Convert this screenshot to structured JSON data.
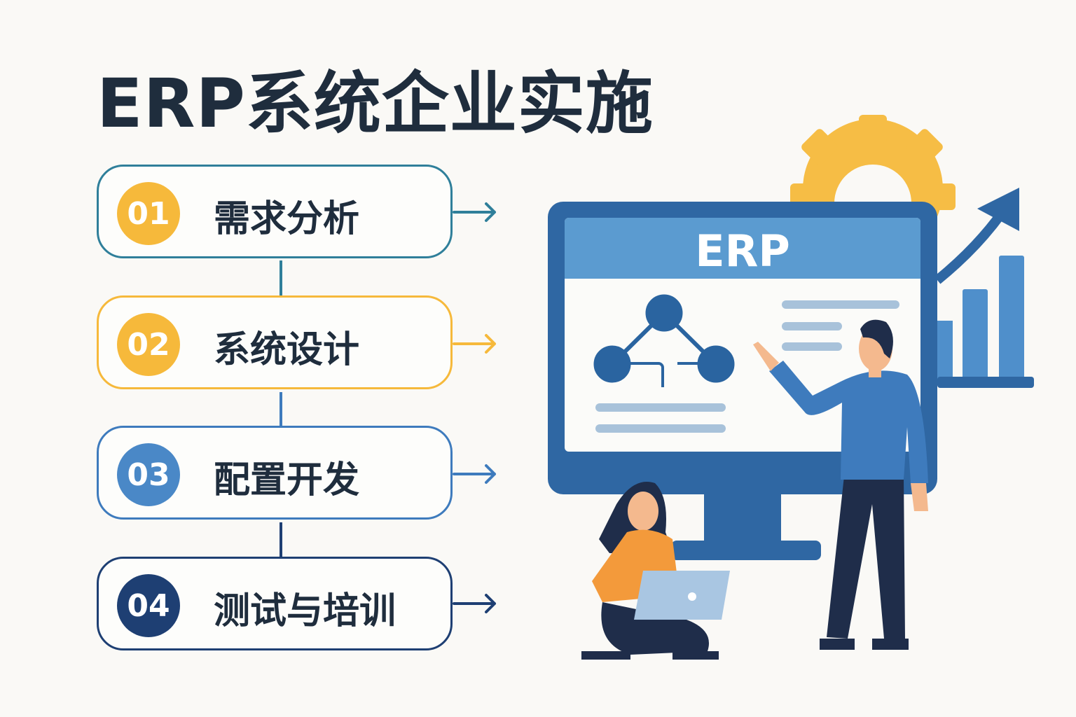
{
  "title": "ERP系统企业实施",
  "steps": [
    {
      "number": "01",
      "label": "需求分析",
      "color": "#2f7f9a",
      "badge": "#f6b93b"
    },
    {
      "number": "02",
      "label": "系统设计",
      "color": "#f6b93b",
      "badge": "#f6b93b"
    },
    {
      "number": "03",
      "label": "配置开发",
      "color": "#3e7bbd",
      "badge": "#4a88c7"
    },
    {
      "number": "04",
      "label": "测试与培训",
      "color": "#1e3f73",
      "badge": "#1e3f73"
    }
  ],
  "monitor": {
    "header": "ERP"
  },
  "icons": [
    "gear-icon",
    "growth-arrow-icon",
    "bar-chart-icon",
    "network-diagram-icon"
  ]
}
